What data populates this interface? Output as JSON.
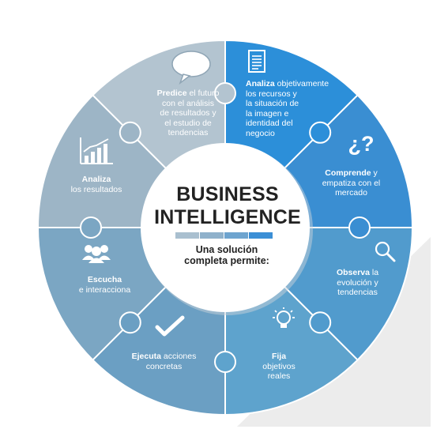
{
  "center": {
    "title_line1": "BUSINESS",
    "title_line2": "INTELLIGENCE",
    "subtitle_line1": "Una solución",
    "subtitle_line2": "completa permite:",
    "bar_colors": [
      "#a9bfcf",
      "#8fb1cb",
      "#6ea4cf",
      "#3b8fd6"
    ]
  },
  "colors": {
    "predice": "#b3c4d0",
    "analiza_obj": "#2c8fd9",
    "comprende": "#3a8ed2",
    "observa": "#519bcd",
    "fija": "#5ea3cd",
    "ejecuta": "#6b9fc3",
    "escucha": "#7ba6c3",
    "analiza_res": "#9db5c6",
    "center_fill": "#ffffff",
    "shadow": "#e6e6e6"
  },
  "segments": [
    {
      "key": "predice",
      "icon": "speech-bubble-icon",
      "bold": "Predice",
      "text1": " el futuro",
      "lines": [
        "con el análisis",
        "de resultados y",
        "el estudio de",
        "tendencias"
      ]
    },
    {
      "key": "analiza_obj",
      "icon": "document-icon",
      "bold": "Analiza",
      "text1": " objetivamente",
      "lines": [
        "los recursos y",
        "la situación de",
        "la imagen e",
        "identidad del",
        "negocio"
      ]
    },
    {
      "key": "comprende",
      "icon": "question-marks-icon",
      "icon_text": "¿?",
      "bold": "Comprende",
      "text1": " y",
      "lines": [
        "empatiza con el",
        "mercado"
      ]
    },
    {
      "key": "observa",
      "icon": "magnifier-icon",
      "bold": "Observa",
      "text1": " la",
      "lines": [
        "evolución y",
        "tendencias"
      ]
    },
    {
      "key": "fija",
      "icon": "lightbulb-icon",
      "bold": "Fija",
      "text1": "",
      "lines": [
        "objetivos",
        "reales"
      ]
    },
    {
      "key": "ejecuta",
      "icon": "checkmark-icon",
      "bold": "Ejecuta",
      "text1": " acciones",
      "lines": [
        "concretas"
      ]
    },
    {
      "key": "escucha",
      "icon": "people-icon",
      "bold": "Escucha",
      "text1": "",
      "lines": [
        "e interacciona"
      ]
    },
    {
      "key": "analiza_res",
      "icon": "bar-chart-icon",
      "bold": "Analiza",
      "text1": "",
      "lines": [
        "los resultados"
      ]
    }
  ]
}
